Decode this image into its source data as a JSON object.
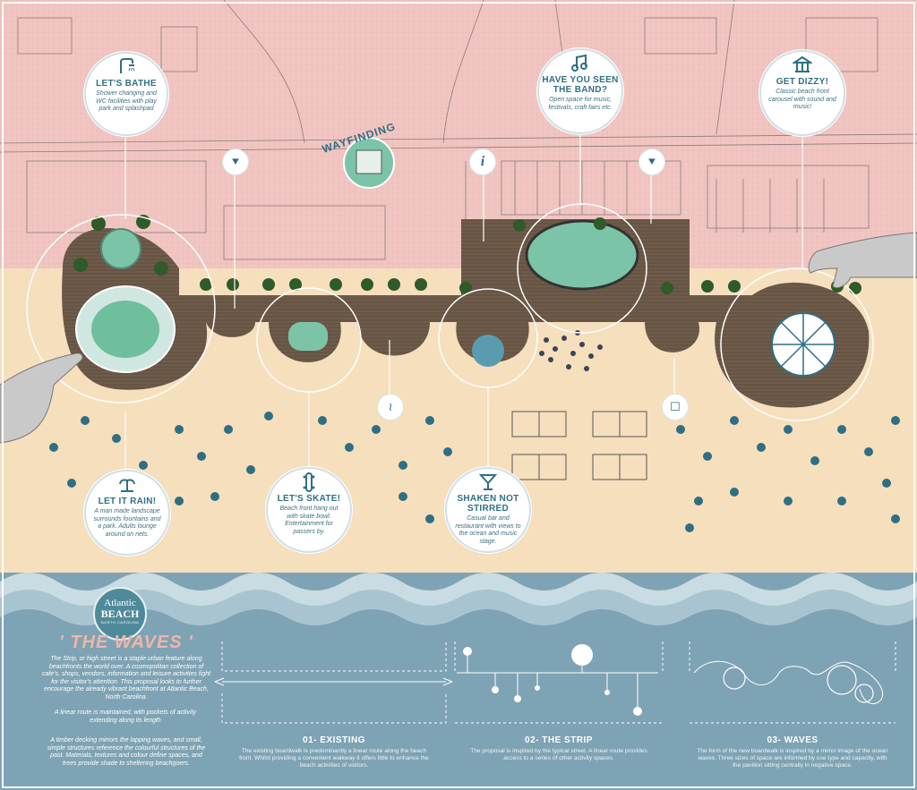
{
  "callouts": {
    "bathe": {
      "title": "LET'S BATHE",
      "desc": "Shower changing and WC facilities with play park and splashpad",
      "icon": "shower-icon"
    },
    "band": {
      "title": "HAVE YOU SEEN THE BAND?",
      "desc": "Open space for music, festivals, craft fairs etc.",
      "icon": "music-note-icon"
    },
    "dizzy": {
      "title": "GET DIZZY!",
      "desc": "Classic beach front carousel with sound and music!",
      "icon": "carousel-icon"
    },
    "rain": {
      "title": "LET IT RAIN!",
      "desc": "A man made landscape surrounds fountains and a park. Adults lounge around on nets.",
      "icon": "fountain-icon"
    },
    "skate": {
      "title": "LET'S SKATE!",
      "desc": "Beach front hang out with skate bowl. Entertainment for passers by.",
      "icon": "skateboard-icon"
    },
    "stirred": {
      "title": "SHAKEN NOT STIRRED",
      "desc": "Casual bar and restaurant with views to the ocean and music stage.",
      "icon": "cocktail-icon"
    }
  },
  "wayfinding": "WAYFINDING",
  "logo": {
    "line1": "Atlantic",
    "line2": "BEACH",
    "line3": "NORTH CAROLINA"
  },
  "intro": {
    "title": "' THE WAVES '",
    "p1": "The Strip, or high street is a staple urban feature along beachfronts the world over. A cosmopolitan collection of cafe's, shops, vendors, information and leisure activities fight for the visitor's attention. This proposal looks to further encourage the already vibrant beachfront at Atlantic Beach, North Carolina.",
    "p2": "A linear route is maintained, with pockets of activity extending along its length",
    "p3": "A timber decking mirrors the lapping waves, and small, simple structures reference the colourful structures of the past. Materials, textures and colour define spaces, and trees provide shade to sheltering beachgoers."
  },
  "sections": [
    {
      "title": "01- EXISTING",
      "body": "The existing boardwalk is predominantly a linear route along the beach front. Whilst providing a convenient walkway it offers little to enhance the beach activities of visitors."
    },
    {
      "title": "02- THE STRIP",
      "body": "The proposal is inspired by the typical street. A linear route provides access to a series of other activity spaces."
    },
    {
      "title": "03- WAVES",
      "body": "The form of the new boardwalk is inspired by a mirror image of the ocean waves. Three sizes of space are informed by use type and capacity, with the pavilion sitting centrally in negative space."
    }
  ],
  "colors": {
    "urban": "#f2c3c0",
    "sand": "#f6dfbd",
    "deck": "#6b5a4a",
    "sea": "#7ea3b4",
    "accent": "#2f6f84",
    "green": "#7cc4a8"
  }
}
